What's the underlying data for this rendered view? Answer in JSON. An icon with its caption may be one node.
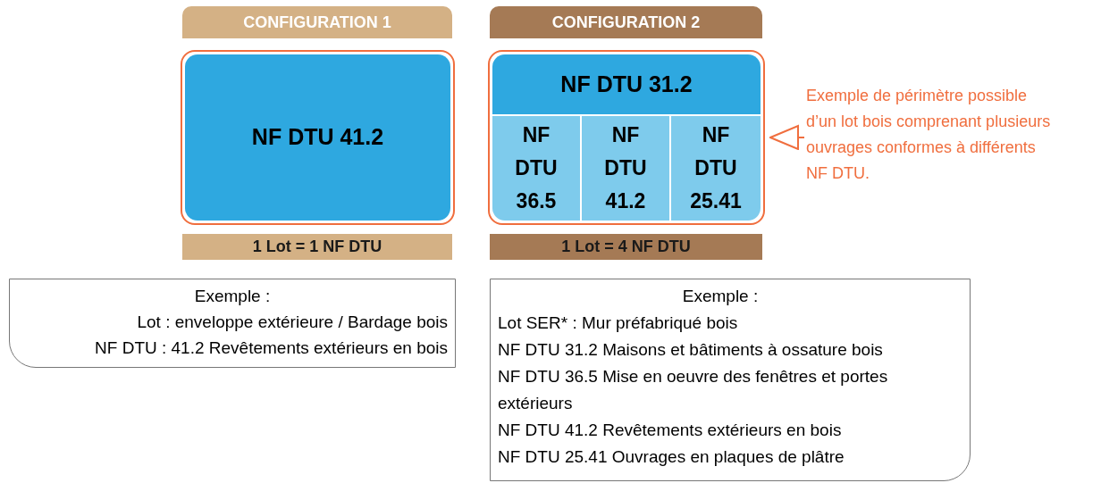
{
  "diagram": {
    "nodes": [
      {
        "text": [
          "CONFIGURATION 1"
        ]
      },
      {
        "text": [],
        "shape": "box"
      },
      {
        "text": [
          "NF DTU 41.2"
        ],
        "in": 1
      },
      {
        "text": [
          "1 Lot = 1 NF DTU"
        ]
      },
      {
        "text": [
          "CONFIGURATION 2"
        ]
      },
      {
        "text": [],
        "shape": "box"
      },
      {
        "text": [
          "NF DTU 31.2"
        ],
        "in": 5
      },
      {
        "text": [
          "NF DTU 36.5"
        ],
        "in": 5
      },
      {
        "text": [
          "NF DTU 41.2"
        ],
        "in": 5
      },
      {
        "text": [
          "NF DTU 25.41"
        ],
        "in": 5
      },
      {
        "text": [
          "1 Lot = 4 NF DTU"
        ]
      },
      {
        "text": [
          "Exemple de périmètre possible d’un lot bois comprenant plusieurs ouvrages conformes à différents NF DTU."
        ]
      },
      {
        "text": [
          "Exemple :",
          "Lot : enveloppe extérieure / Bardage bois",
          "NF DTU : 41.2 Revêtements extérieurs en bois"
        ]
      },
      {
        "text": [
          "Exemple :",
          "Lot SER* : Mur préfabriqué bois",
          "NF DTU 31.2 Maisons et bâtiments à ossature bois",
          "NF DTU 36.5 Mise en oeuvre des fenêtres et portes extérieurs",
          "NF DTU 41.2 Revêtements extérieurs en bois",
          "NF DTU 25.41 Ouvrages en plaques de plâtre"
        ]
      }
    ],
    "edges": [
      {
        "from": 11,
        "to": 5,
        "arrow": "to",
        "color": "#f06e3e"
      }
    ]
  }
}
